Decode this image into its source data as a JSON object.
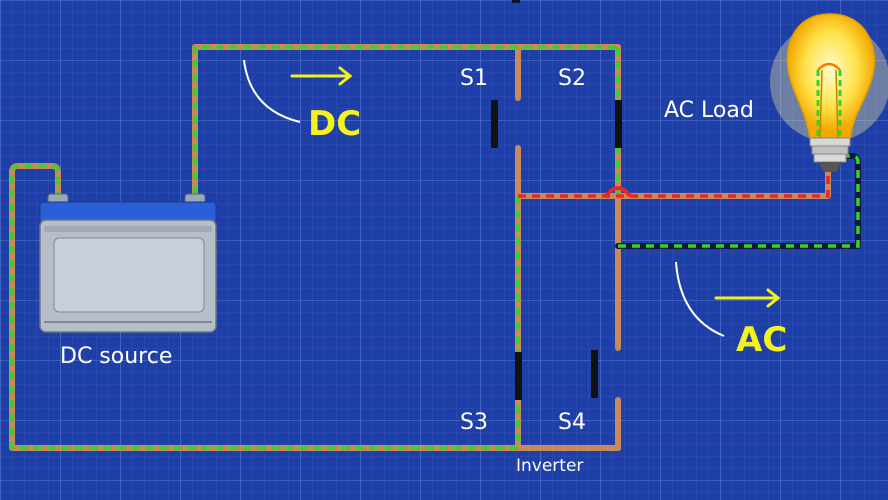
{
  "labels": {
    "dc_flow": "DC",
    "ac_flow": "AC",
    "dc_source": "DC source",
    "ac_load": "AC Load",
    "inverter": "Inverter",
    "s1": "S1",
    "s2": "S2",
    "s3": "S3",
    "s4": "S4"
  },
  "colors": {
    "background": "#1f3fa8",
    "wire": "#c98a5a",
    "dc_dash": "#32d42a",
    "positive_dash": "#e8262a",
    "label_accent": "#f4f21c",
    "switch": "#111111"
  },
  "switch_states": {
    "S1": "open",
    "S2": "closed",
    "S3": "closed",
    "S4": "open"
  }
}
